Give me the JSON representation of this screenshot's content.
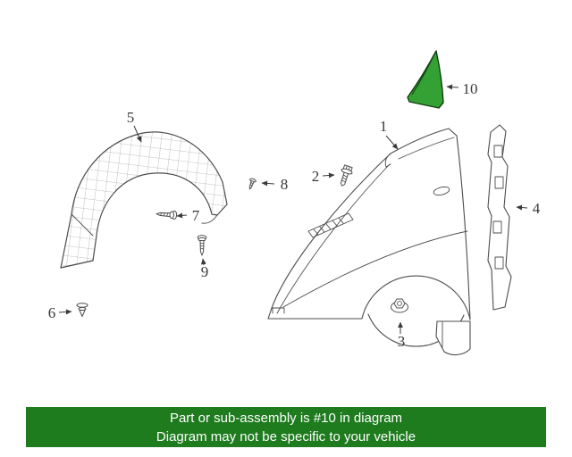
{
  "banner": {
    "line1": "Part or sub-assembly is #10 in diagram",
    "line2": "Diagram may not be specific to your vehicle"
  },
  "highlighted_part": {
    "label": "10"
  },
  "callouts": [
    {
      "label": "1"
    },
    {
      "label": "2"
    },
    {
      "label": "3"
    },
    {
      "label": "4"
    },
    {
      "label": "5"
    },
    {
      "label": "6"
    },
    {
      "label": "7"
    },
    {
      "label": "8"
    },
    {
      "label": "9"
    },
    {
      "label": "10"
    }
  ],
  "colors": {
    "page_bg": "#ffffff",
    "line_color": "#4d4d4d",
    "label_color": "#3a3a3a",
    "banner_bg": "#1e7b1e",
    "banner_text": "#ffffff",
    "highlight_fill": "#33a133",
    "highlight_stroke": "#123f12"
  }
}
